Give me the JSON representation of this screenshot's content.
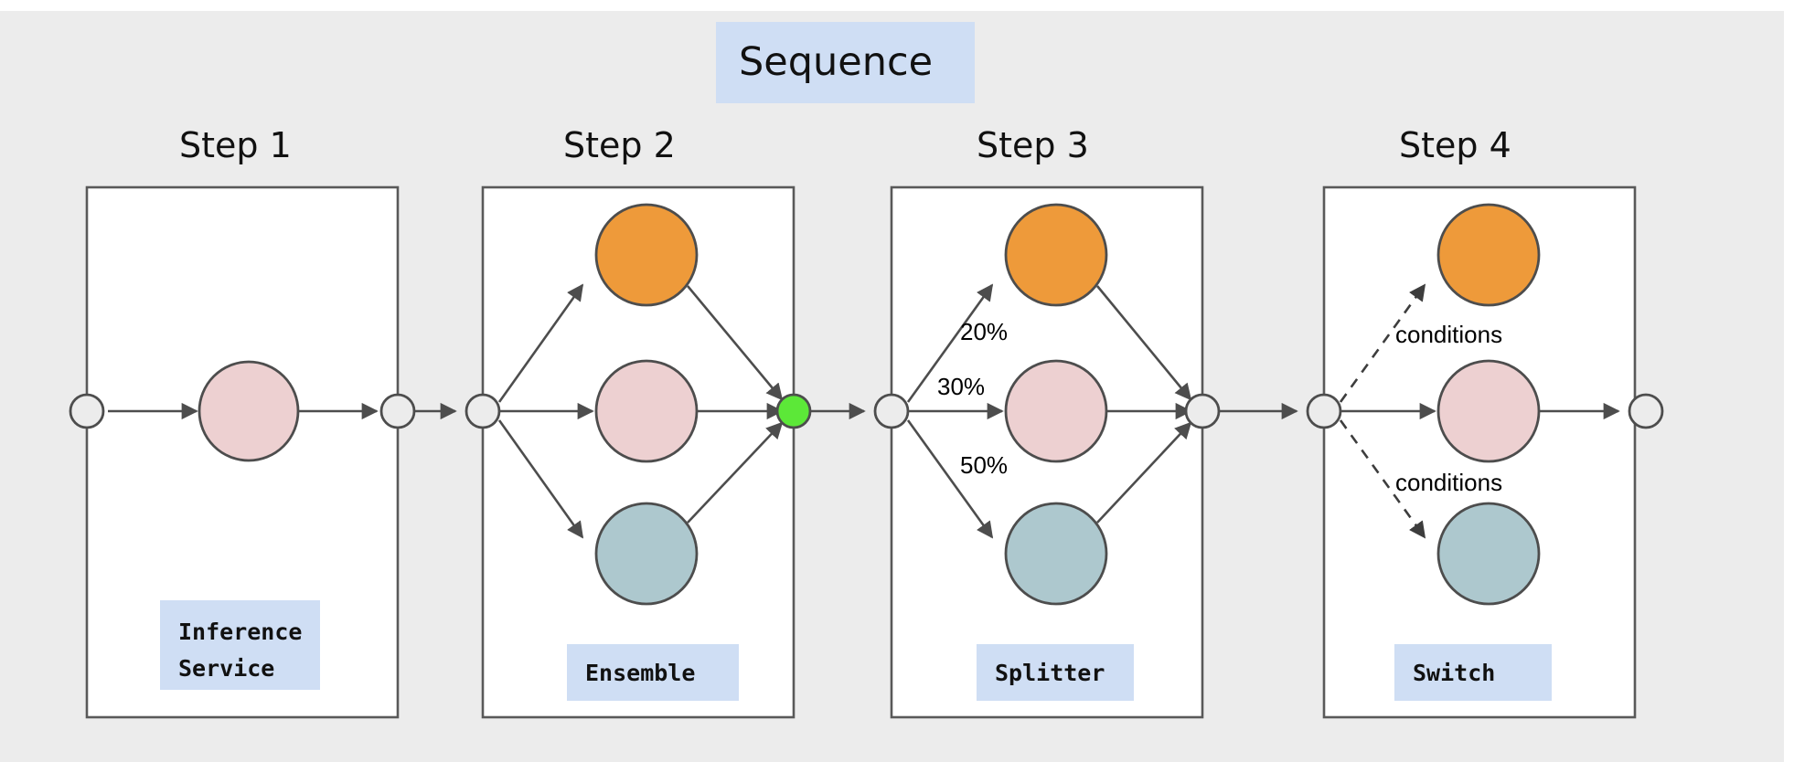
{
  "meta": {
    "title": "Sequence",
    "background_color": "#ececec",
    "accent_box_color": "#cfdef4",
    "stroke_color": "#4d4d4d"
  },
  "title_banner": {
    "label": "Sequence"
  },
  "steps": [
    {
      "heading": "Step 1",
      "tag": "Inference Service",
      "tag_line1": "Inference",
      "tag_line2": "Service",
      "pattern": "single",
      "nodes": [
        {
          "name": "model-pink",
          "color": "#edd0d1"
        }
      ],
      "edge_labels": []
    },
    {
      "heading": "Step 2",
      "tag": "Ensemble",
      "pattern": "fan-merge",
      "nodes": [
        {
          "name": "model-orange",
          "color": "#ee9a3a"
        },
        {
          "name": "model-pink",
          "color": "#edd0d1"
        },
        {
          "name": "model-teal",
          "color": "#adc8ce"
        }
      ],
      "merge_node_color": "#5ce838",
      "edge_labels": []
    },
    {
      "heading": "Step 3",
      "tag": "Splitter",
      "pattern": "fan-merge",
      "nodes": [
        {
          "name": "model-orange",
          "color": "#ee9a3a"
        },
        {
          "name": "model-pink",
          "color": "#edd0d1"
        },
        {
          "name": "model-teal",
          "color": "#adc8ce"
        }
      ],
      "edge_labels": [
        "20%",
        "30%",
        "50%"
      ]
    },
    {
      "heading": "Step 4",
      "tag": "Switch",
      "pattern": "conditional-fan",
      "nodes": [
        {
          "name": "model-orange",
          "color": "#ee9a3a"
        },
        {
          "name": "model-pink",
          "color": "#edd0d1"
        },
        {
          "name": "model-teal",
          "color": "#adc8ce"
        }
      ],
      "edge_labels": [
        "conditions",
        "conditions"
      ]
    }
  ],
  "labels": {
    "step1_heading": "Step 1",
    "step2_heading": "Step 2",
    "step3_heading": "Step 3",
    "step4_heading": "Step 4",
    "step1_tag_line1": "Inference",
    "step1_tag_line2": "Service",
    "step2_tag": "Ensemble",
    "step3_tag": "Splitter",
    "step4_tag": "Switch",
    "pct_20": "20%",
    "pct_30": "30%",
    "pct_50": "50%",
    "conditions_top": "conditions",
    "conditions_bottom": "conditions"
  }
}
